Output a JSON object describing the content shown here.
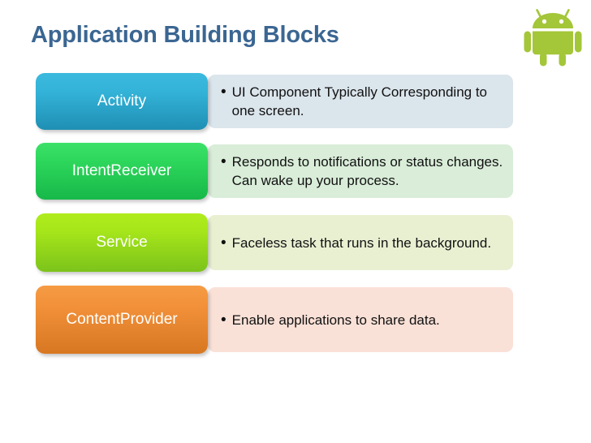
{
  "slide": {
    "title": "Application Building Blocks",
    "background_color": "#ffffff",
    "title_color": "#3b6692"
  },
  "logo": {
    "name": "android-robot-logo",
    "color": "#a4c639"
  },
  "blocks": [
    {
      "label": "Activity",
      "bullet": "•",
      "description": "UI Component Typically Corresponding to one screen.",
      "box_color": "#34b3d8",
      "panel_color": "#dbe5ec"
    },
    {
      "label": "IntentReceiver",
      "bullet": "•",
      "description": "Responds to notifications or status changes. Can wake up your process.",
      "box_color": "#2ed85c",
      "panel_color": "#d9edd9"
    },
    {
      "label": "Service",
      "bullet": "•",
      "description": "Faceless task that runs in the background.",
      "box_color": "#a6e61a",
      "panel_color": "#e9f0d2"
    },
    {
      "label": "ContentProvider",
      "bullet": "•",
      "description": "Enable applications to share data.",
      "box_color": "#f2913a",
      "panel_color": "#fae1d7"
    }
  ]
}
